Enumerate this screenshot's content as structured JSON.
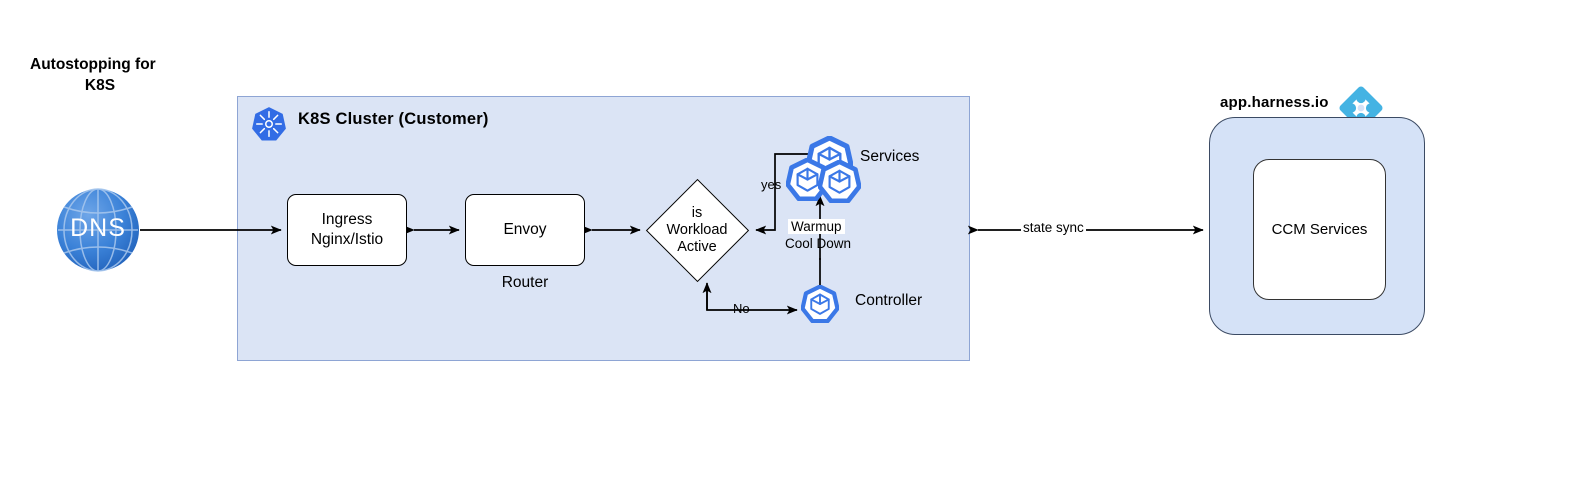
{
  "title": {
    "line1": "Autostopping for",
    "line2": "K8S"
  },
  "cluster": {
    "label": "K8S Cluster (Customer)",
    "icon": "kubernetes-icon",
    "background_color": "#dbe4f5",
    "border_color": "#8ea5d4"
  },
  "dns": {
    "label": "DNS",
    "icon": "globe-icon",
    "color": "#2f7ad4"
  },
  "nodes": {
    "ingress": {
      "label": "Ingress\nNginx/Istio"
    },
    "envoy": {
      "label": "Envoy",
      "sublabel": "Router"
    },
    "decision": {
      "label": "is\nWorkload\nActive"
    },
    "services": {
      "label": "Services",
      "icon": "kubernetes-pods-icon"
    },
    "controller": {
      "label": "Controller",
      "icon": "kubernetes-pod-icon"
    },
    "ccm_services": {
      "label": "CCM Services",
      "icon": "kubernetes-icon"
    }
  },
  "edges": {
    "yes": "yes",
    "no": "No",
    "warmup": "Warmup",
    "cooldown": "Cool Down",
    "state_sync": "state sync"
  },
  "harness": {
    "title": "app.harness.io",
    "logo": "harness-diamond-logo",
    "cloud_icon": "google-cloud-icon",
    "panel_color": "#d5e2f7"
  },
  "colors": {
    "k8s_blue": "#326ce5",
    "harness_blue": "#44b3e3",
    "panel_blue": "#dbe4f5",
    "stroke": "#000000"
  }
}
